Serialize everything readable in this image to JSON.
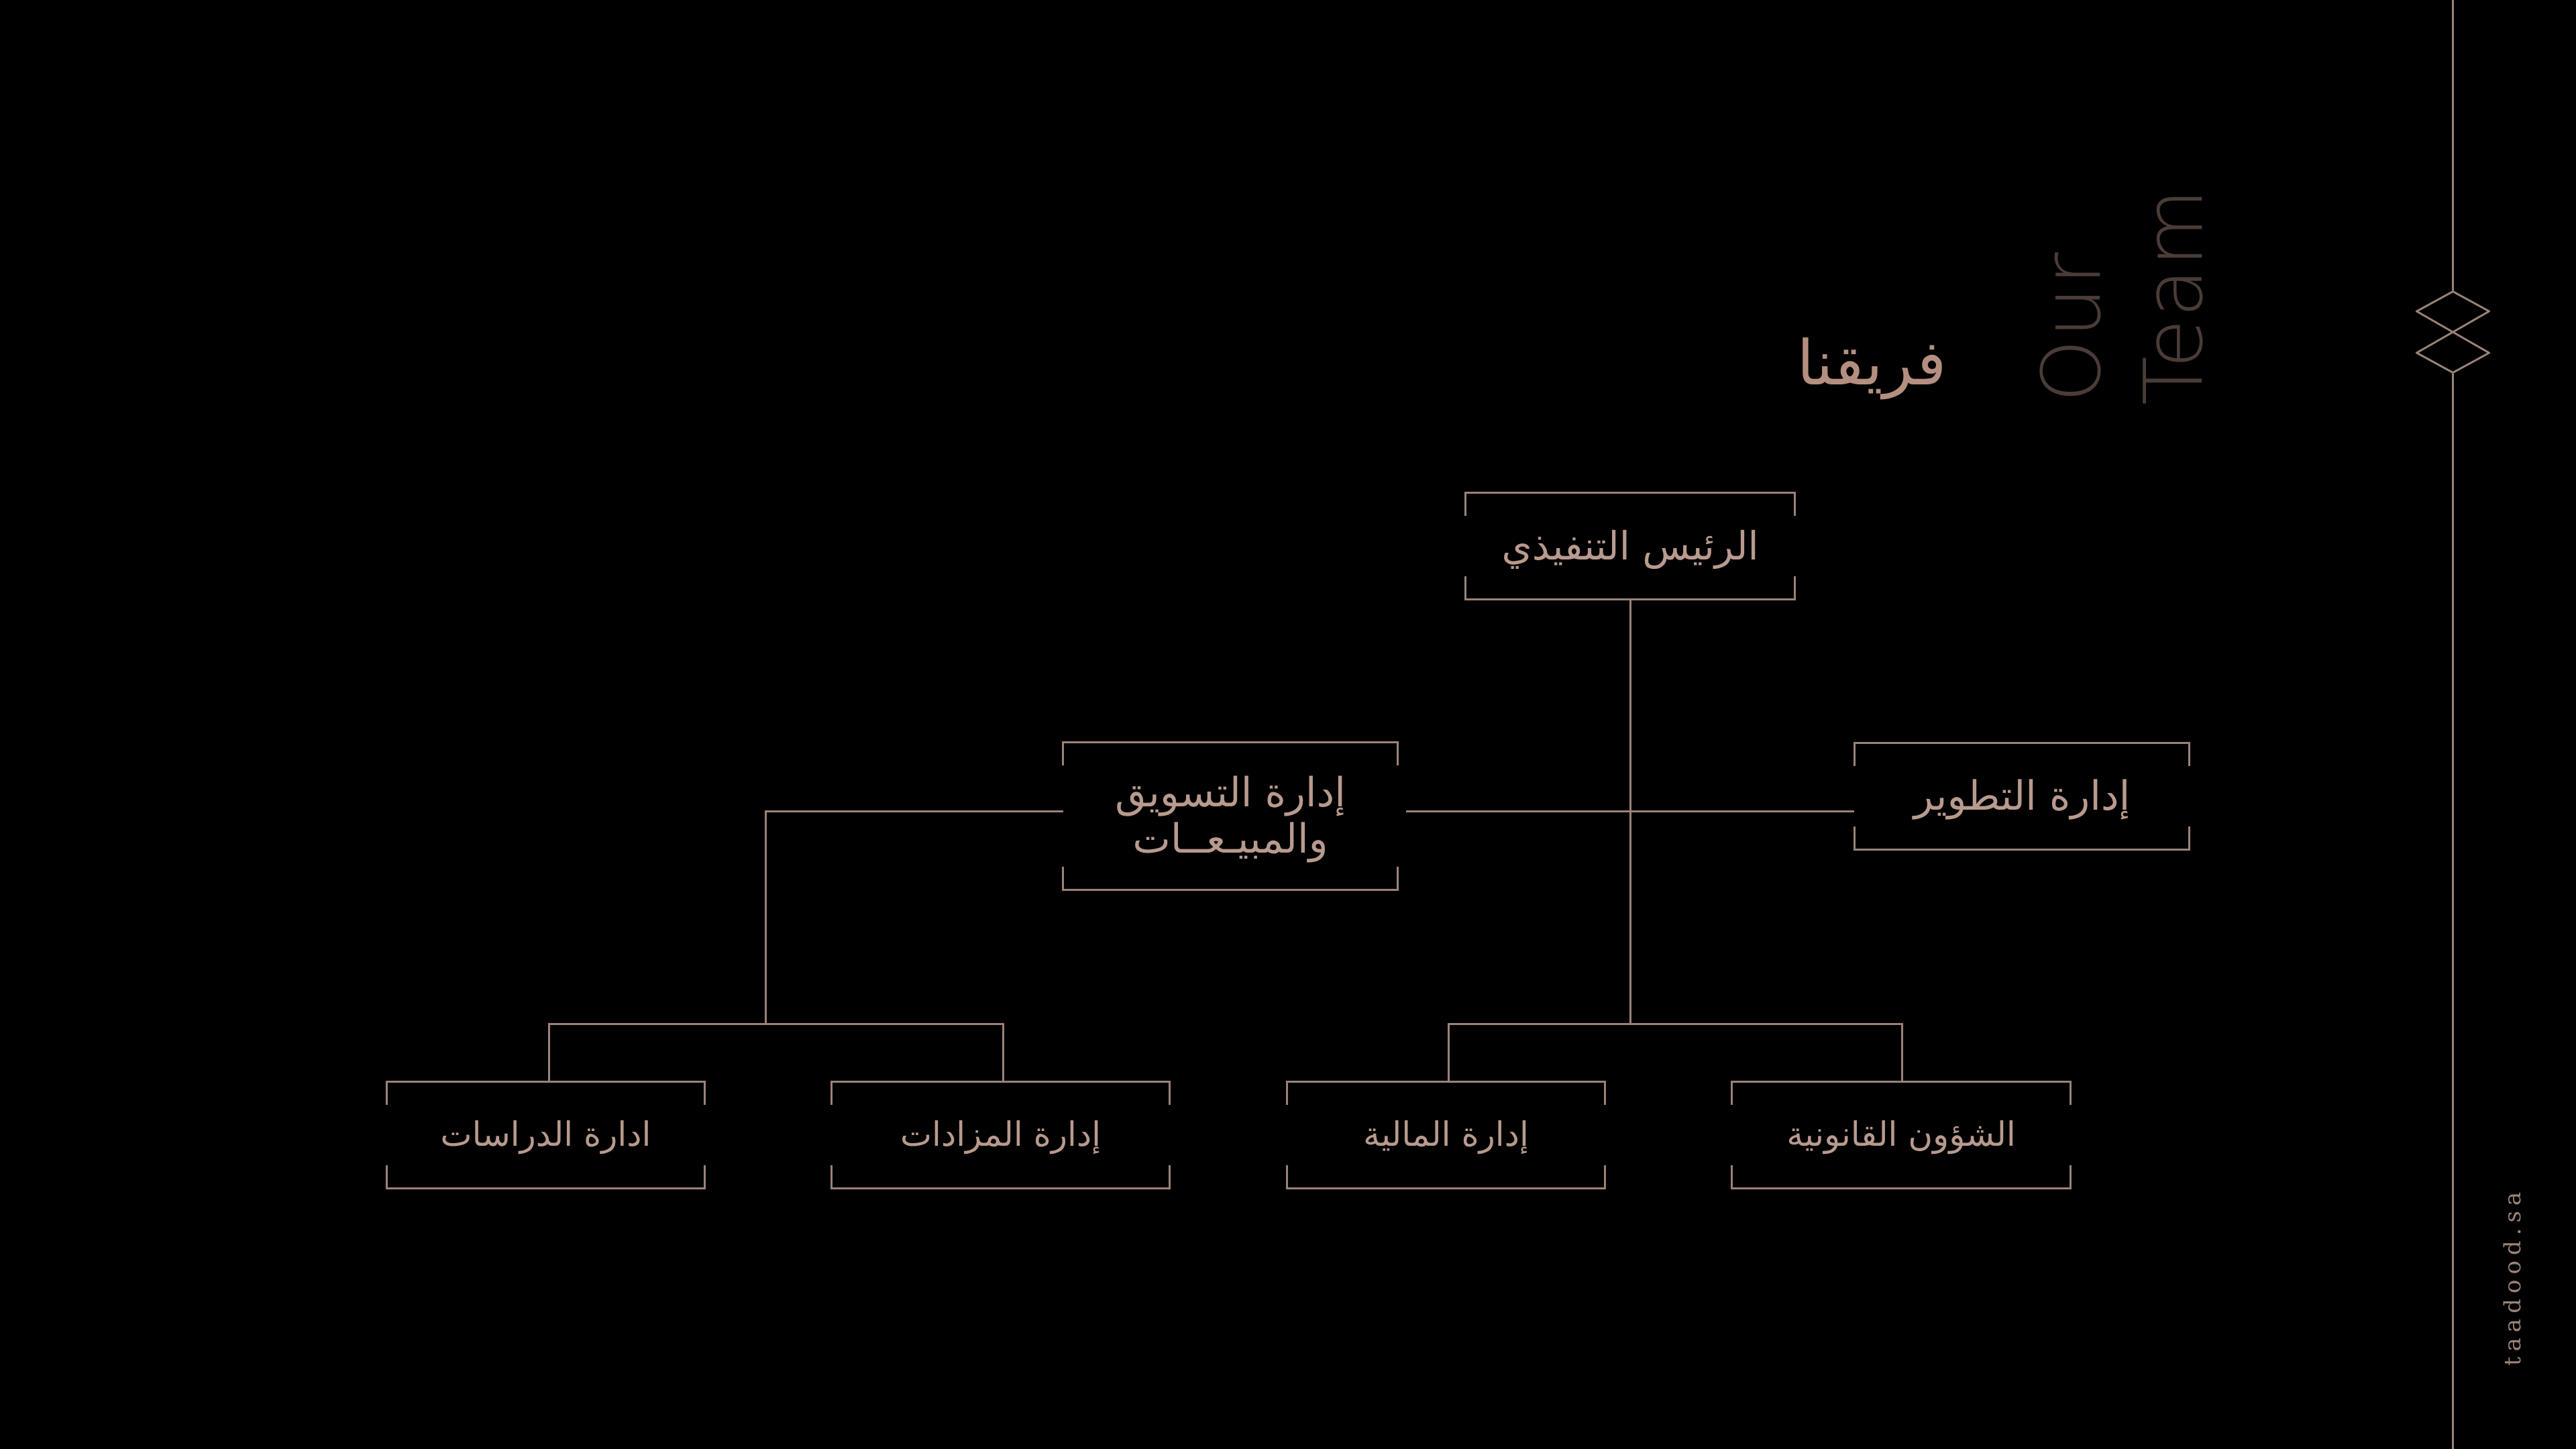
{
  "header": {
    "title_ar": "فريقنا",
    "title_en_line1": "Our",
    "title_en_line2": "Team"
  },
  "sidebar": {
    "website": "taadood.sa",
    "ornament_icon": "double-diamond-icon"
  },
  "org_chart": {
    "ceo": {
      "label": "الرئيس التنفيذي"
    },
    "departments": [
      {
        "id": "marketing",
        "label": "إدارة التسويق\nوالمبيـعــات",
        "children": [
          {
            "id": "auctions",
            "label": "إدارة المزادات"
          },
          {
            "id": "studies",
            "label": "ادارة الدراسات"
          }
        ]
      },
      {
        "id": "development",
        "label": "إدارة التطوير",
        "children": []
      }
    ],
    "ceo_direct_reports_bottom": [
      {
        "id": "legal",
        "label": "الشؤون القانونية"
      },
      {
        "id": "finance",
        "label": "إدارة المالية"
      }
    ]
  },
  "colors": {
    "background": "#000000",
    "line": "#9a8378",
    "text": "#b89a8e",
    "title_ar": "#b48f80",
    "title_en": "#4a3c37"
  }
}
